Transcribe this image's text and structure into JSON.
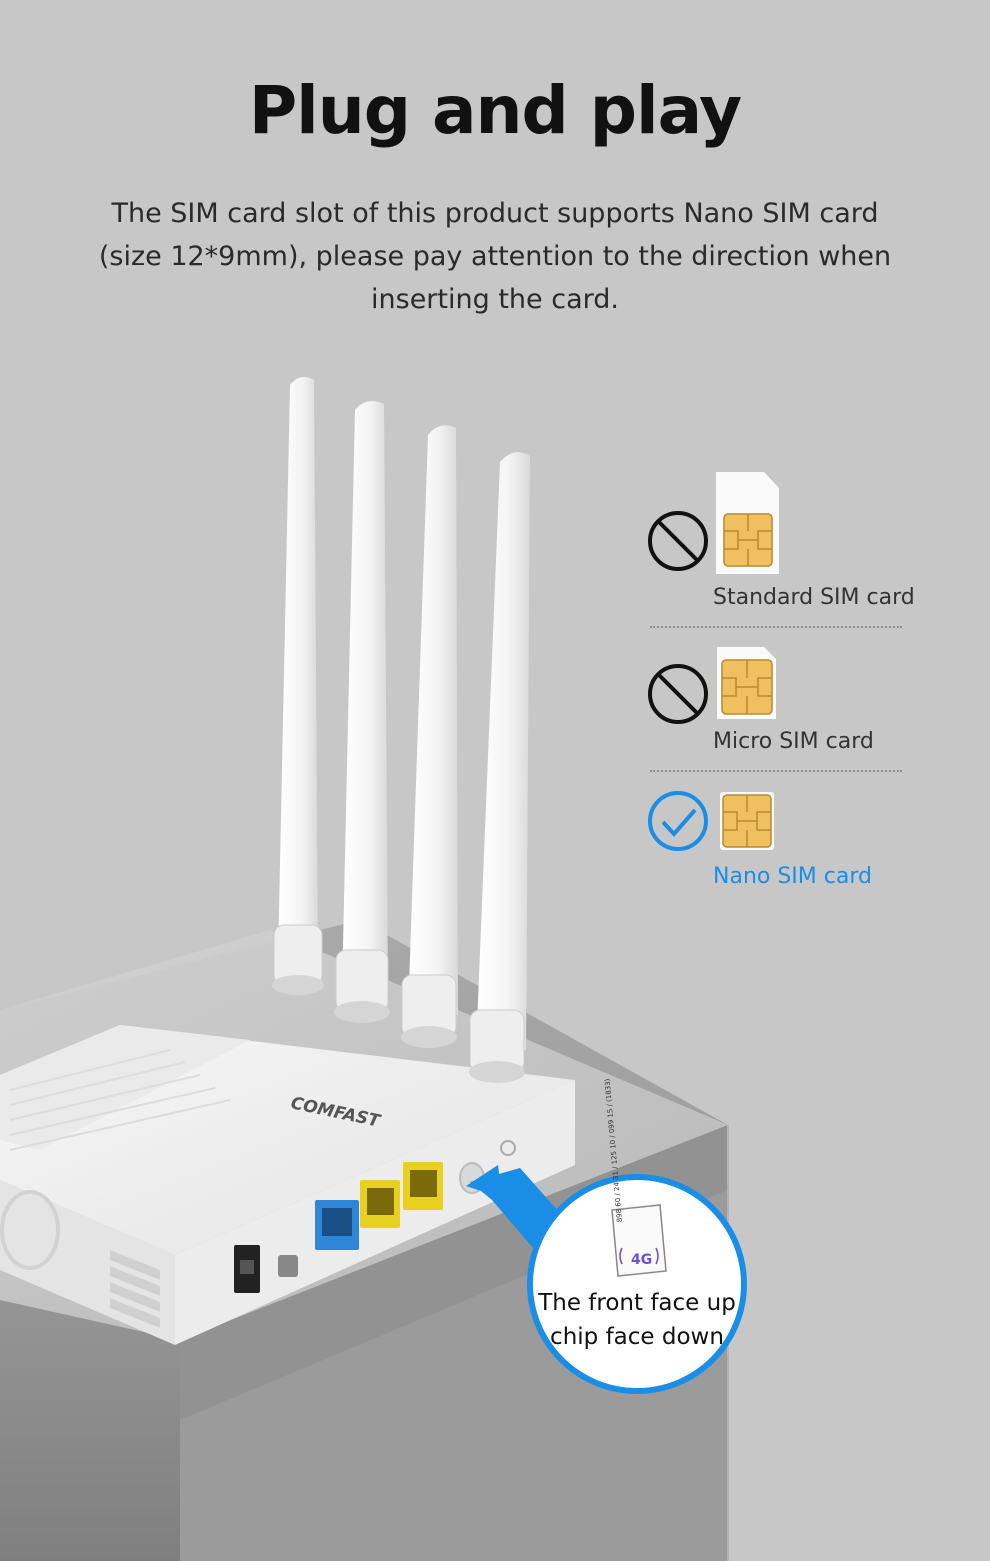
{
  "header": {
    "title": "Plug and play",
    "subtitle": "The SIM card slot of this product supports Nano SIM card (size 12*9mm), please pay attention to the direction when inserting the card."
  },
  "sim_options": [
    {
      "label": "Standard SIM card",
      "status": "prohibited-icon",
      "supported": false
    },
    {
      "label": "Micro SIM card",
      "status": "prohibited-icon",
      "supported": false
    },
    {
      "label": "Nano SIM card",
      "status": "check-icon",
      "supported": true
    }
  ],
  "callout": {
    "line1": "The front face up",
    "line2": "chip face down",
    "card_badge": "4G",
    "card_digits": "898 60 / 24 31 / 125 10 / 099 15 / (1833)"
  },
  "product": {
    "brand": "COMFAST"
  },
  "colors": {
    "accent": "#1a8ee6",
    "background": "#c7c7c7",
    "chip": "#f0c060",
    "port_blue": "#2f86d6",
    "port_yellow": "#e8d020"
  }
}
